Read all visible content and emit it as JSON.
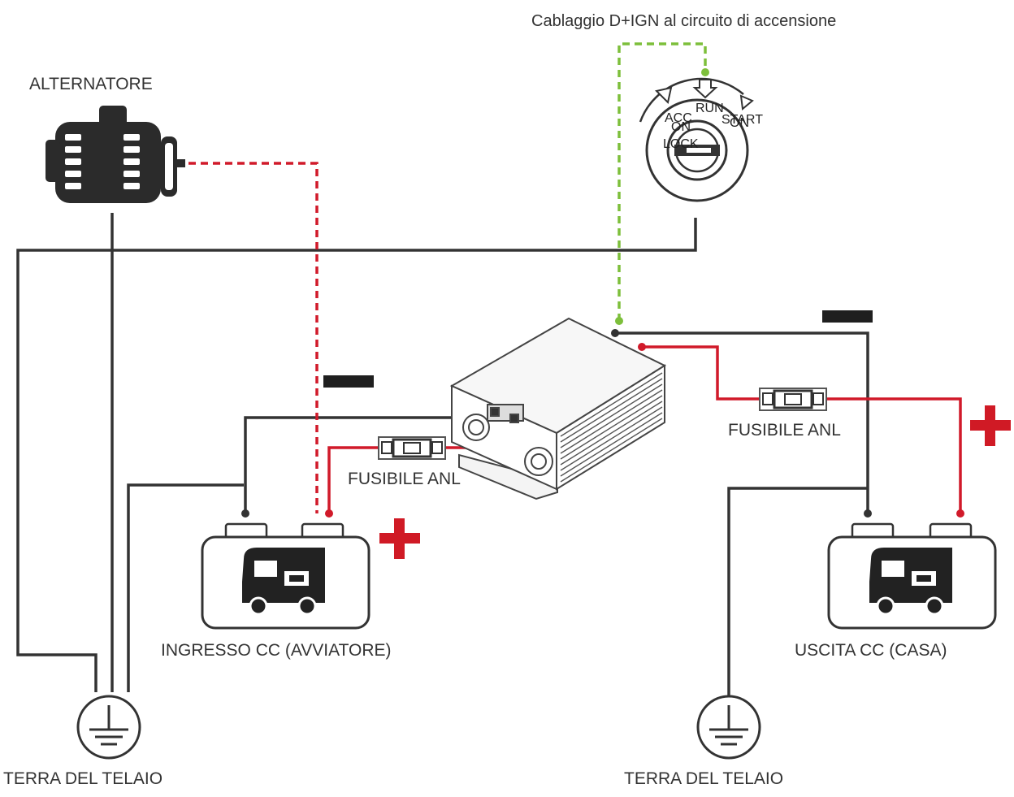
{
  "labels": {
    "ignition_wiring": "Cablaggio D+IGN al circuito di accensione",
    "alternator": "ALTERNATORE",
    "fuse_left": "FUSIBILE ANL",
    "fuse_right": "FUSIBILE ANL",
    "input_battery": "INGRESSO CC (AVVIATORE)",
    "output_battery": "USCITA CC (CASA)",
    "ground_left": "TERRA DEL TELAIO",
    "ground_right": "TERRA DEL TELAIO"
  },
  "ignition_switch": {
    "pos_acc": "ACC",
    "pos_acc_sub": "ON",
    "pos_run": "RUN",
    "pos_start": "START",
    "pos_start_sub": "ON",
    "pos_lock": "LOCK"
  },
  "colors": {
    "positive_wire": "#d11a2a",
    "ignition_wire": "#7dbf3b",
    "negative_wire": "#333333",
    "symbol_red": "#d01a25"
  },
  "icons": {
    "alternator": "alternator-icon",
    "ignition": "ignition-switch-icon",
    "converter": "dc-dc-charger-icon",
    "battery": "battery-camper-icon",
    "ground": "ground-icon",
    "fuse": "fuse-icon"
  }
}
